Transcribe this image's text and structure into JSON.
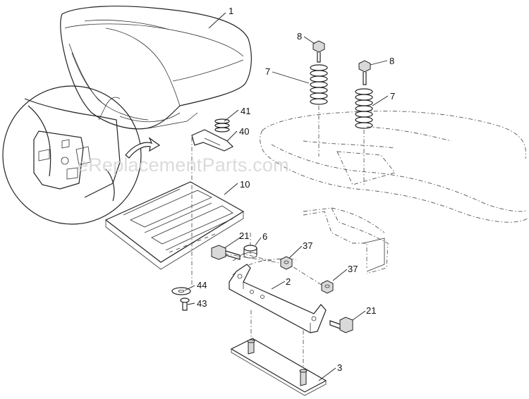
{
  "watermark": "eReplacementParts.com",
  "callouts": {
    "seat": "1",
    "seat_pan": "10",
    "spring_41": "41",
    "bracket_40": "40",
    "spring_left": "7",
    "spring_right": "7",
    "bolt_left": "8",
    "bolt_right": "8",
    "bolt_21_top": "21",
    "spacer": "6",
    "nut_left": "37",
    "nut_right": "37",
    "washer": "44",
    "screw": "43",
    "mount_bracket": "2",
    "bolt_21_bottom": "21",
    "base_plate": "3"
  }
}
